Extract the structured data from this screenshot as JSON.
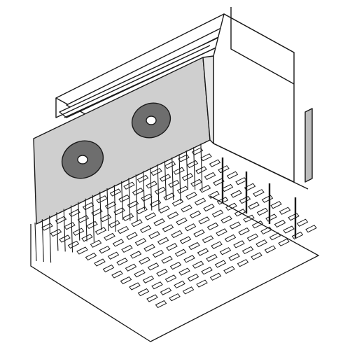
{
  "drawing": {
    "subject": "connector-assembly-isometric",
    "colors": {
      "background": "#ffffff",
      "line": "#1a1a1a",
      "plate": "#cfcfcf",
      "hole": "#6e6e6e",
      "hole_core": "#ffffff",
      "side_tab": "#bdbdbd"
    },
    "mounting_holes": 2,
    "pin_rows": 14,
    "pin_columns": 12
  }
}
